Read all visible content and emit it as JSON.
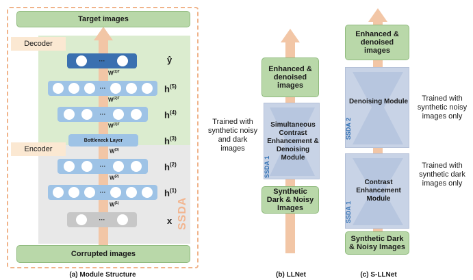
{
  "panel_a": {
    "target": "Target images",
    "corrupted": "Corrupted images",
    "decoder": "Decoder",
    "encoder": "Encoder",
    "ssda": "SSDA",
    "dots": "···",
    "bottleneck": "Bottleneck Layer",
    "w": {
      "w1": "W",
      "w1_sup": "(1)",
      "w2": "W",
      "w2_sup": "(2)",
      "w3": "W",
      "w3_sup": "(3)",
      "w3t": "W",
      "w3t_sup": "(3)T",
      "w2t": "W",
      "w2t_sup": "(2)T",
      "w1t": "W",
      "w1t_sup": "(1)T"
    },
    "labels": {
      "yhat": "ŷ",
      "h5": "h",
      "h5_sup": "(5)",
      "h4": "h",
      "h4_sup": "(4)",
      "h3": "h",
      "h3_sup": "(3)",
      "h2": "h",
      "h2_sup": "(2)",
      "h1": "h",
      "h1_sup": "(1)",
      "x": "x"
    },
    "caption": "(a) Module Structure"
  },
  "panel_b": {
    "output": "Enhanced & denoised images",
    "module": "Simultaneous Contrast Enhancement & Denoising Module",
    "ssda": "SSDA 1",
    "input": "Synthetic Dark & Noisy Images",
    "note": "Trained with synthetic noisy and dark images",
    "caption": "(b) LLNet"
  },
  "panel_c": {
    "output": "Enhanced & denoised images",
    "denoise": "Denoising Module",
    "ssda2": "SSDA 2",
    "contrast": "Contrast Enhancement Module",
    "ssda1": "SSDA 1",
    "input": "Synthetic Dark & Noisy Images",
    "note_top": "Trained with synthetic noisy images only",
    "note_bottom": "Trained with synthetic dark images only",
    "caption": "(c) S-LLNet"
  },
  "colors": {
    "green_box": "#b9d8a9",
    "arrow": "#f2c6a6",
    "layer_light": "#9ec3e6",
    "layer_dark": "#3a70b0",
    "ssda_box": "#c8d3e6",
    "ssda_text": "#2f6fb3",
    "dashed_border": "#f0b38a"
  }
}
